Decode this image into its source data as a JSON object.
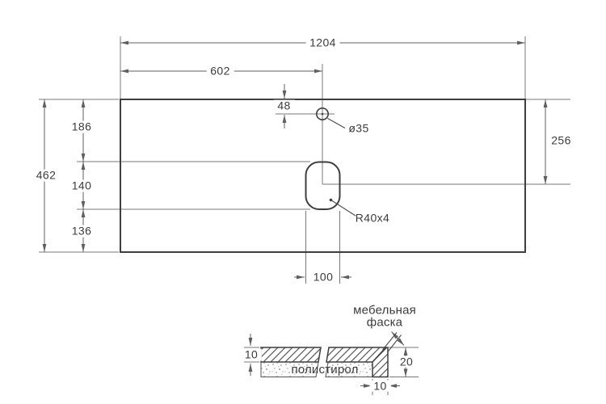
{
  "drawing_title": "countertop-dimension-drawing",
  "plan": {
    "width": "1204",
    "width_to_hole_center": "602",
    "depth": "462",
    "edge_to_cutout_top": "186",
    "cutout_length": "140",
    "cutout_bottom_to_edge": "136",
    "hole_offset_from_edge": "48",
    "top_edge_to_cutout_center": "256",
    "cutout_width": "100",
    "faucet_hole_diameter": "ø35",
    "cutout_corner_radius": "R40x4"
  },
  "section": {
    "board_thickness": "10",
    "edge_height": "20",
    "edge_depth": "10",
    "chamfer_line1": "мебельная",
    "chamfer_line2": "фаска",
    "filler": "полистирол"
  },
  "colors": {
    "outline": "#3e3e3e",
    "dimension": "#5f5f5f",
    "extension": "#787878",
    "text": "#3c3c3c",
    "hatch": "#585858",
    "speckle": "#9b9b9b",
    "background": "#ffffff"
  }
}
